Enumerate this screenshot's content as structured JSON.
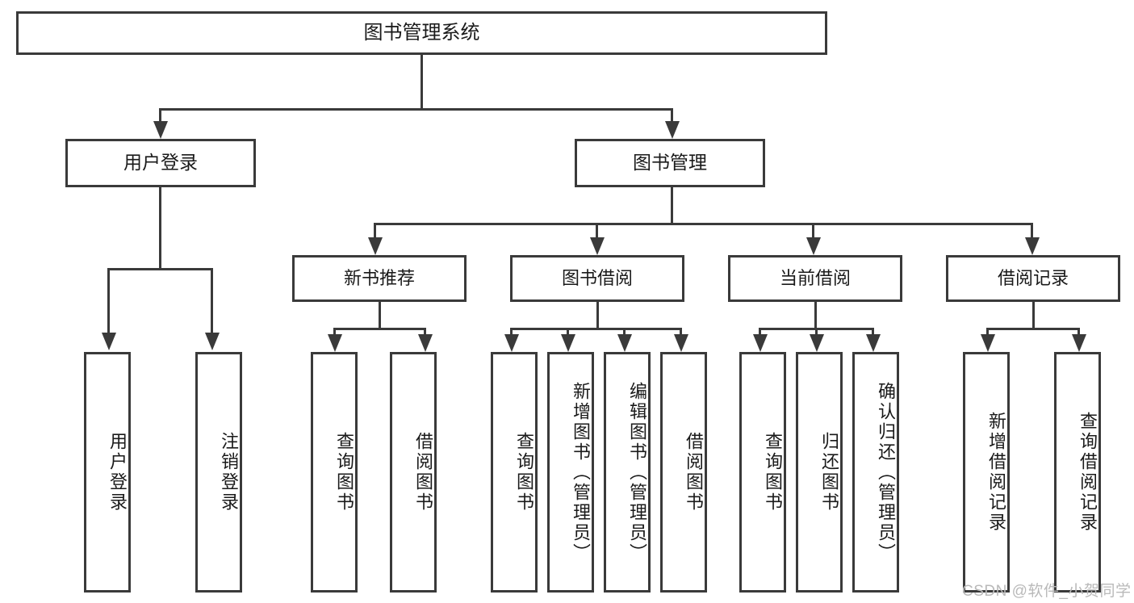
{
  "diagram": {
    "type": "tree-hierarchy-chart",
    "title": "图书管理系统",
    "root": {
      "label": "图书管理系统"
    },
    "level1": [
      {
        "label": "用户登录"
      },
      {
        "label": "图书管理"
      }
    ],
    "level2": [
      {
        "label": "新书推荐"
      },
      {
        "label": "图书借阅"
      },
      {
        "label": "当前借阅"
      },
      {
        "label": "借阅记录"
      }
    ],
    "leaves": {
      "user_login": [
        {
          "label": "用户登录"
        },
        {
          "label": "注销登录"
        }
      ],
      "new_book_recommend": [
        {
          "label": "查询图书"
        },
        {
          "label": "借阅图书"
        }
      ],
      "book_borrow": [
        {
          "label": "查询图书"
        },
        {
          "label": "新增图书（管理员）"
        },
        {
          "label": "编辑图书（管理员）"
        },
        {
          "label": "借阅图书"
        }
      ],
      "current_borrow": [
        {
          "label": "查询图书"
        },
        {
          "label": "归还图书"
        },
        {
          "label": "确认归还（管理员）"
        }
      ],
      "borrow_records": [
        {
          "label": "新增借阅记录"
        },
        {
          "label": "查询借阅记录"
        }
      ]
    },
    "watermark": "CSDN @软件_小贺同学",
    "colors": {
      "stroke": "#3a3a3a",
      "fill": "#ffffff",
      "text": "#1a1a1a",
      "watermark": "#b9b9b9"
    }
  }
}
